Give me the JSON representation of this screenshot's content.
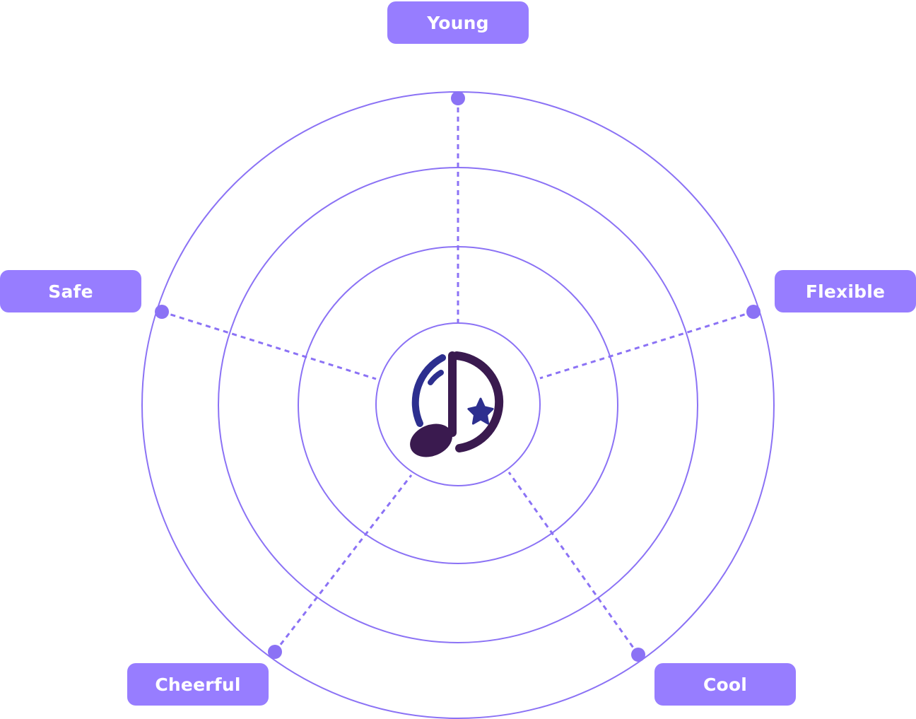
{
  "labels": {
    "young": "Young",
    "safe": "Safe",
    "flexible": "Flexible",
    "cheerful": "Cheerful",
    "cool": "Cool"
  },
  "colors": {
    "accent": "#977dff",
    "ring": "#8b72f5",
    "icon_dark": "#3a1a4f",
    "icon_blue": "#2d2f8f"
  },
  "icons": {
    "center": "music-note-star-icon"
  }
}
